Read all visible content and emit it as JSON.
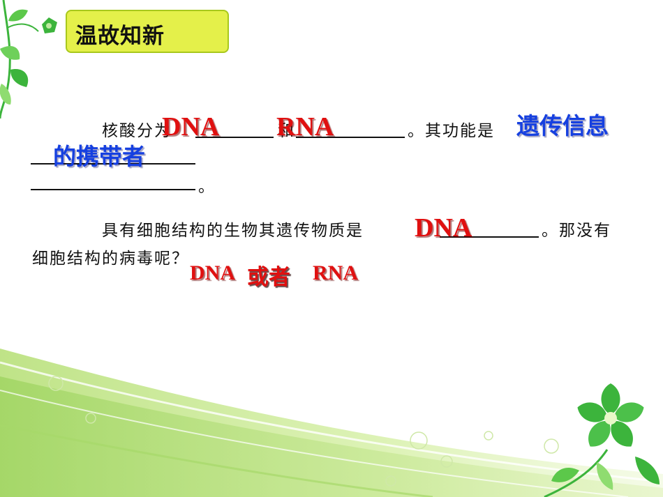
{
  "title": "温故知新",
  "q1": {
    "prefix": "核酸分为",
    "conj": "和",
    "suffix": "。其功能是",
    "answer1": "DNA",
    "answer2": "RNA",
    "function_line1": "遗传信息",
    "function_line2": "的携带者",
    "end_mark": "。"
  },
  "q2": {
    "text_line1": "具有细胞结构的生物其遗传物质是",
    "answer": "DNA",
    "after_blank": "。那没有",
    "text_line2": "细胞结构的病毒呢？",
    "virus_answer_dna": "DNA",
    "virus_answer_or": "或者",
    "virus_answer_rna": "RNA"
  },
  "colors": {
    "title_bg": "#e4f04a",
    "answer_red": "#e01010",
    "answer_blue": "#1640e0",
    "leaf_green": "#3cb43c"
  },
  "icons": {
    "top_left": "vine-leaf-icon",
    "bottom_right": "flower-icon"
  }
}
